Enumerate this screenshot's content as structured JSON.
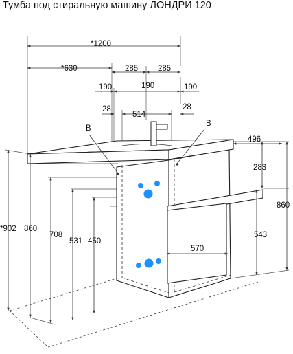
{
  "title": "Тумба под стиральную машину ЛОНДРИ 120",
  "colors": {
    "line": "#222222",
    "marker": "#1e90ff",
    "text": "#111111"
  },
  "callouts": {
    "left": "B",
    "right": "B"
  },
  "dimensions": {
    "overall_width": "*1200",
    "offset_630": "*630",
    "half_left_285": "285",
    "half_right_285": "285",
    "left_190": "190",
    "center_190": "190",
    "right_190": "190",
    "left_28": "28",
    "right_28": "28",
    "bowl_514": "514",
    "depth_496": "496",
    "drawer_283": "283",
    "height_860_right": "860",
    "lower_543": "543",
    "height_902": "*902",
    "height_860_left": "860",
    "h_708": "708",
    "h_531": "531",
    "h_450": "450",
    "depth_570": "570"
  }
}
